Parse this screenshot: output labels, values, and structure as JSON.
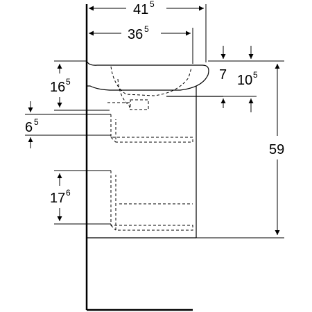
{
  "drawing": {
    "dimensions": {
      "overall_width": {
        "main": "41",
        "sup": "5"
      },
      "basin_width": {
        "main": "36",
        "sup": "5"
      },
      "basin_rim_height": {
        "main": "16",
        "sup": "5"
      },
      "top_drawer_height": {
        "main": "6",
        "sup": "5"
      },
      "bottom_drawer_height": {
        "main": "17",
        "sup": "6"
      },
      "basin_depth": {
        "main": "7",
        "sup": ""
      },
      "basin_outer_depth": {
        "main": "10",
        "sup": "5"
      },
      "overall_height": {
        "main": "59",
        "sup": ""
      }
    },
    "colors": {
      "line": "#000000",
      "background": "#ffffff"
    }
  }
}
